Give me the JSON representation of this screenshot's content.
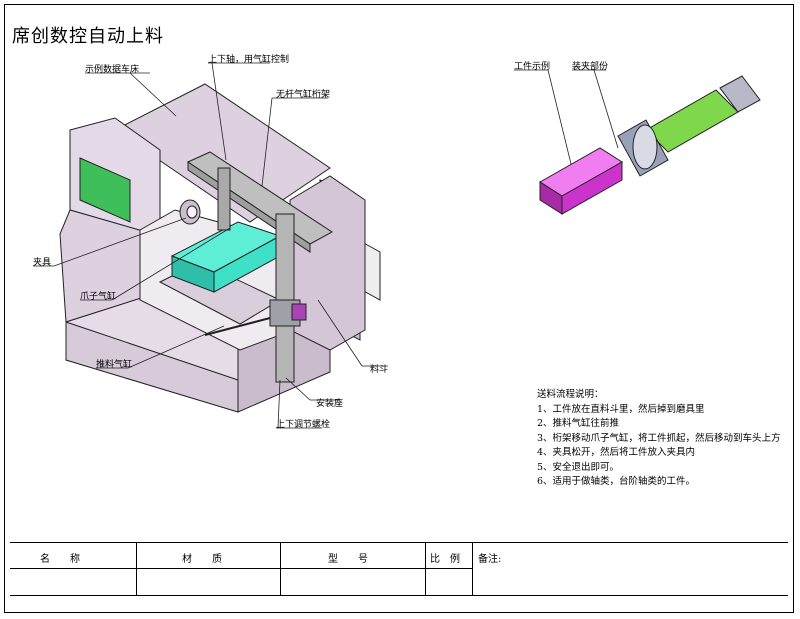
{
  "title": "席创数控自动上料",
  "labels": {
    "sample_lathe": "示例数据车床",
    "updown_axis": "上下轴，用气缸控制",
    "rodless_gantry": "无杆气缸桁架",
    "fixture": "夹具",
    "claw_cylinder": "爪子气缸",
    "push_cylinder": "推料气缸",
    "hopper": "料斗",
    "mount_base": "安装座",
    "adjust_bolt": "上下调节螺栓",
    "workpiece_example": "工件示例",
    "clamp_part": "装夹部份"
  },
  "notes": {
    "heading": "送料流程说明：",
    "items": [
      "1、工件放在直料斗里，然后掉到磨具里",
      "2、推料气缸往前推",
      "3、桁架移动爪子气缸，将工件抓起，然后移动到车头上方",
      "4、夹具松开，然后将工件放入夹具内",
      "5、安全退出即可。",
      "6、适用于做轴类，台阶轴类的工件。"
    ]
  },
  "title_block": {
    "name": "名　　称",
    "material": "材　　质",
    "model": "型　　号",
    "scale": "比　例",
    "remarks": "备注:"
  },
  "colors": {
    "machine_body": "#ded1df",
    "screen": "#3fbf5a",
    "workpiece_teal": "#3fe0c8",
    "workpiece_magenta": "#cc33cc",
    "shaft_green": "#7fd84c",
    "shaft_gray": "#9aa0b8"
  }
}
